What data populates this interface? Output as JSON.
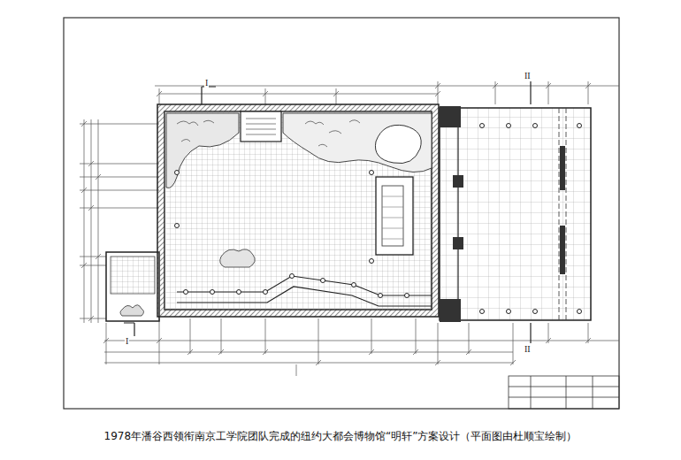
{
  "diagram": {
    "caption": "1978年潘谷西领衔南京工学院团队完成的纽约大都会博物馆“明轩”方案设计（平面图由杜顺宝绘制）",
    "labels": [
      "I",
      "I",
      "II",
      "II"
    ]
  }
}
